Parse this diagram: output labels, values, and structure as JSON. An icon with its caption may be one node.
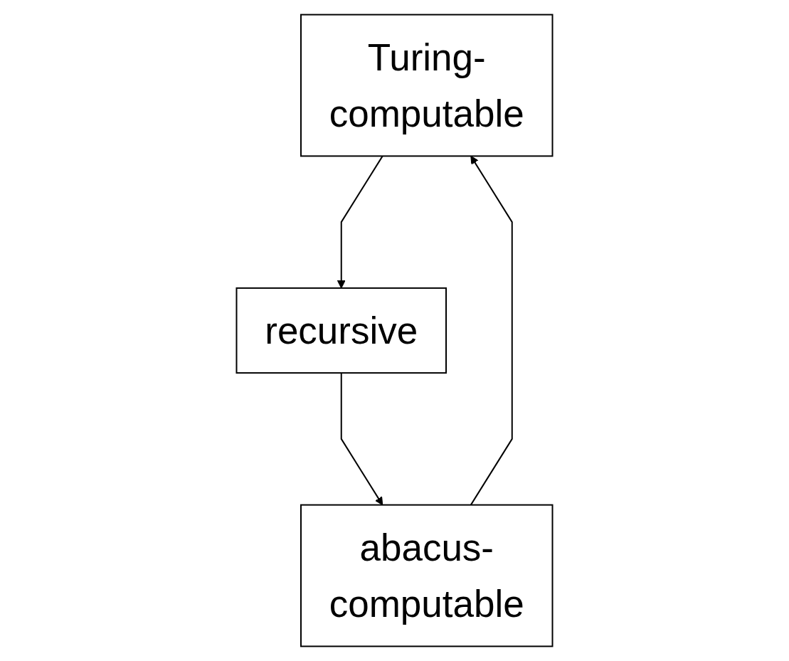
{
  "diagram": {
    "nodes": [
      {
        "text": [
          "Turing-computable"
        ]
      },
      {
        "text": [
          "recursive"
        ]
      },
      {
        "text": [
          "abacus-computable"
        ]
      }
    ],
    "edges": [
      {
        "from": 0,
        "to": 1,
        "arrow": "to"
      },
      {
        "from": 1,
        "to": 2,
        "arrow": "to"
      },
      {
        "from": 2,
        "to": 0,
        "arrow": "to"
      }
    ]
  }
}
